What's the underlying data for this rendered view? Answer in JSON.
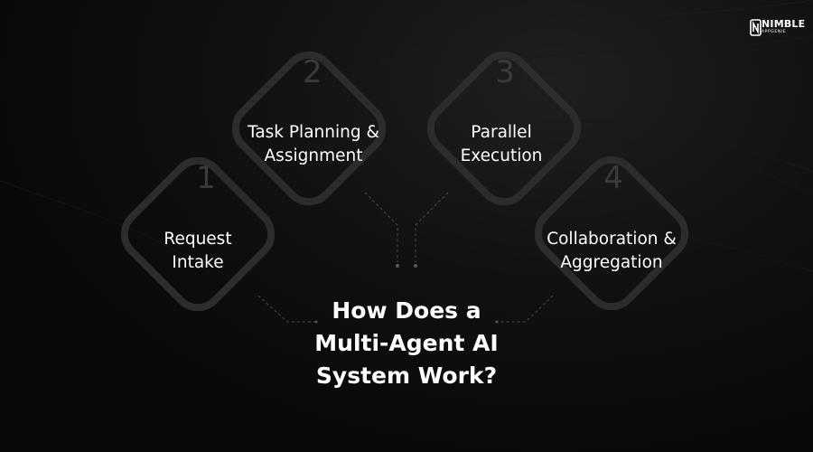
{
  "logo": {
    "text": "NIMBLE",
    "subtext": "APPGENIE"
  },
  "title": "How Does a\nMulti-Agent AI\nSystem Work?",
  "steps": [
    {
      "number": "1",
      "label": "Request\nIntake"
    },
    {
      "number": "2",
      "label": "Task Planning &\nAssignment"
    },
    {
      "number": "3",
      "label": "Parallel\nExecution"
    },
    {
      "number": "4",
      "label": "Collaboration &\nAggregation"
    }
  ],
  "colors": {
    "background": "#0b0b0b",
    "outline": "#2e2e2e",
    "number": "#3a3a3a",
    "text": "#ffffff"
  }
}
